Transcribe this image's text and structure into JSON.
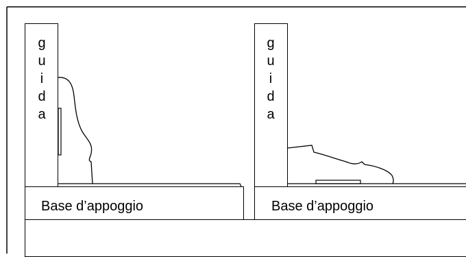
{
  "colors": {
    "stroke": "#000000",
    "background": "#ffffff"
  },
  "panels": [
    {
      "guide_letters": [
        "g",
        "u",
        "i",
        "d",
        "a"
      ],
      "base_label": "Base d’appoggio"
    },
    {
      "guide_letters": [
        "g",
        "u",
        "i",
        "d",
        "a"
      ],
      "base_label": "Base d’appoggio"
    }
  ]
}
